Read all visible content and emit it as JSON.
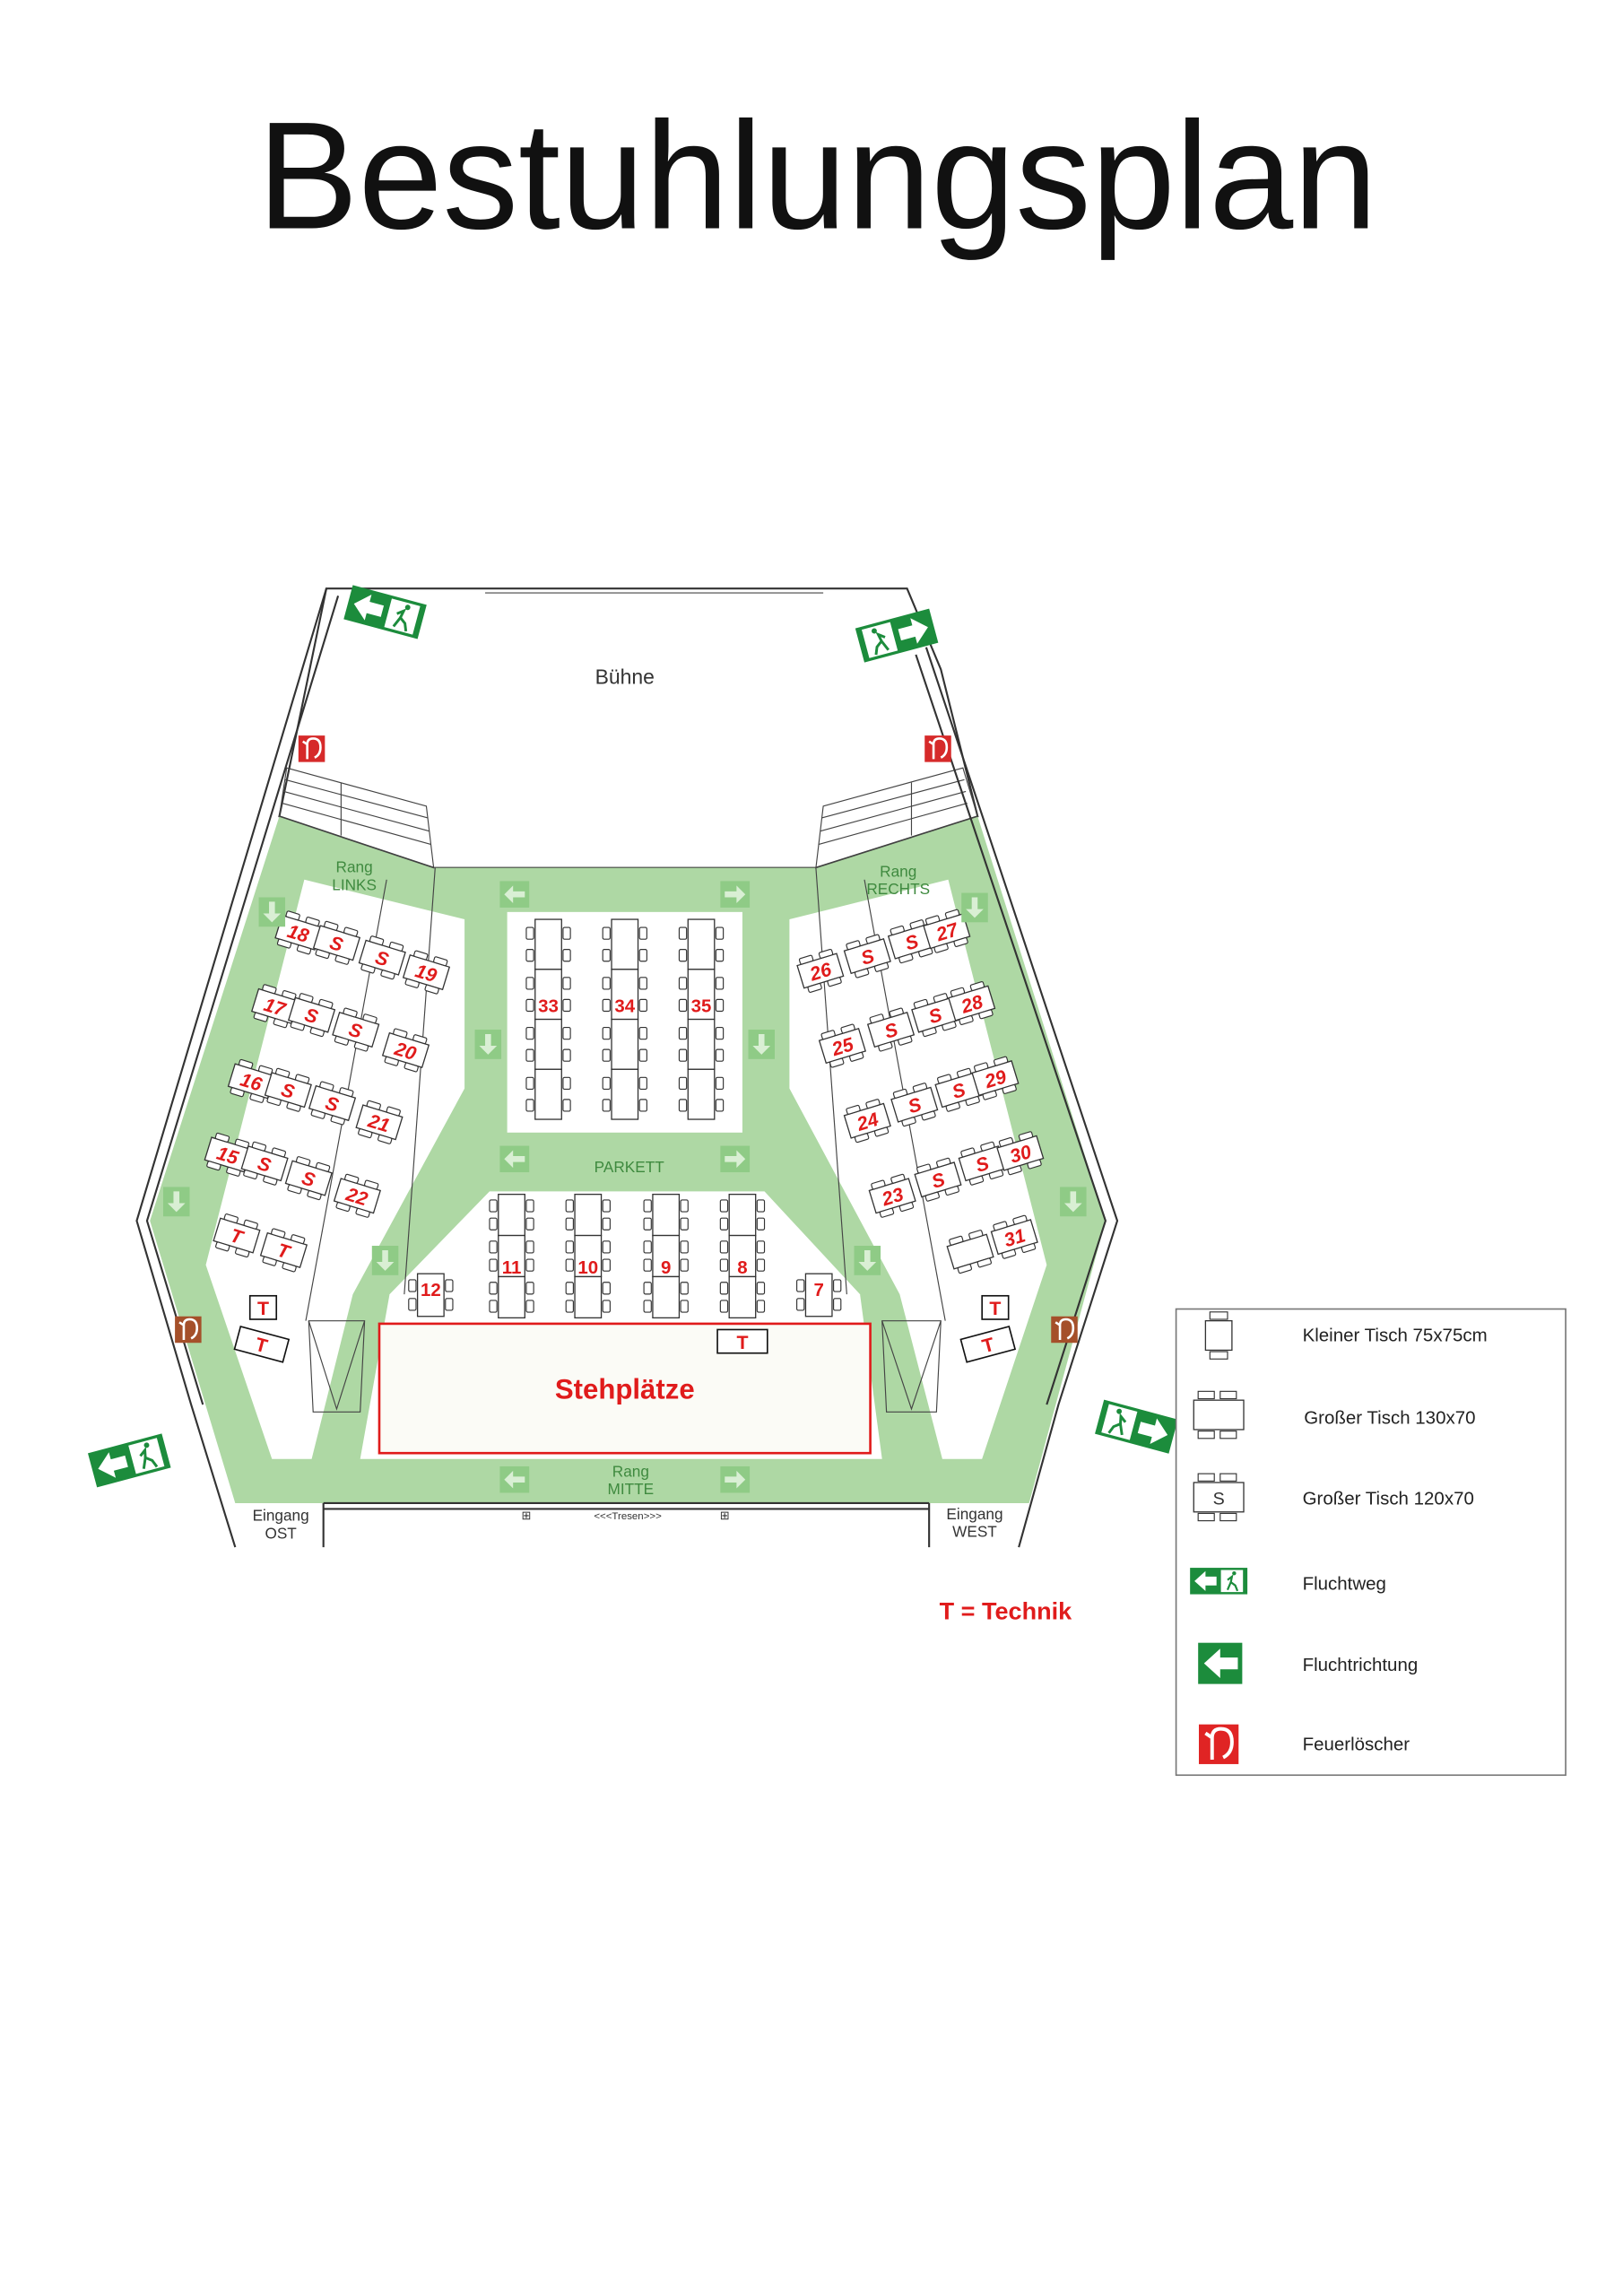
{
  "title": "Bestuhlungsplan",
  "stage_label": "Bühne",
  "areas": {
    "rang_links": [
      "Rang",
      "LINKS"
    ],
    "rang_rechts": [
      "Rang",
      "RECHTS"
    ],
    "parkett": "PARKETT",
    "rang_mitte": [
      "Rang",
      "MITTE"
    ],
    "eingang_ost": [
      "Eingang",
      "OST"
    ],
    "eingang_west": [
      "Eingang",
      "WEST"
    ],
    "tresen": "<<<Tresen>>>"
  },
  "stehplaetze": "Stehplätze",
  "tables": {
    "center_top": [
      "33",
      "34",
      "35"
    ],
    "center_bottom": [
      "11",
      "10",
      "9",
      "8"
    ],
    "small": [
      "12",
      "7"
    ],
    "left_rows": [
      [
        "18",
        "S",
        "S",
        "19"
      ],
      [
        "17",
        "S",
        "S",
        "20"
      ],
      [
        "16",
        "S",
        "S",
        "21"
      ],
      [
        "15",
        "S",
        "S",
        "22"
      ],
      [
        "T",
        "T"
      ]
    ],
    "right_rows": [
      [
        "26",
        "S",
        "S",
        "27"
      ],
      [
        "25",
        "S",
        "S",
        "28"
      ],
      [
        "24",
        "S",
        "S",
        "29"
      ],
      [
        "23",
        "S",
        "S",
        "30"
      ],
      [
        "",
        "31"
      ]
    ]
  },
  "technik_marks": [
    "T",
    "T",
    "T",
    "T",
    "T"
  ],
  "technik_note": "T = Technik",
  "legend": [
    {
      "icon": "small-table-icon",
      "label": "Kleiner Tisch 75x75cm"
    },
    {
      "icon": "large-table-icon",
      "label": "Großer Tisch 130x70"
    },
    {
      "icon": "large-table-s-icon",
      "label": "Großer Tisch 120x70",
      "mark": "S"
    },
    {
      "icon": "escape-route-icon",
      "label": "Fluchtweg"
    },
    {
      "icon": "escape-direction-icon",
      "label": "Fluchtrichtung"
    },
    {
      "icon": "fire-extinguisher-icon",
      "label": "Feuerlöscher"
    }
  ],
  "colors": {
    "green_area": "#aed8a4",
    "sign_green": "#1c8c3c",
    "red": "#e01b1b",
    "extinguisher": "#d62a2a"
  }
}
